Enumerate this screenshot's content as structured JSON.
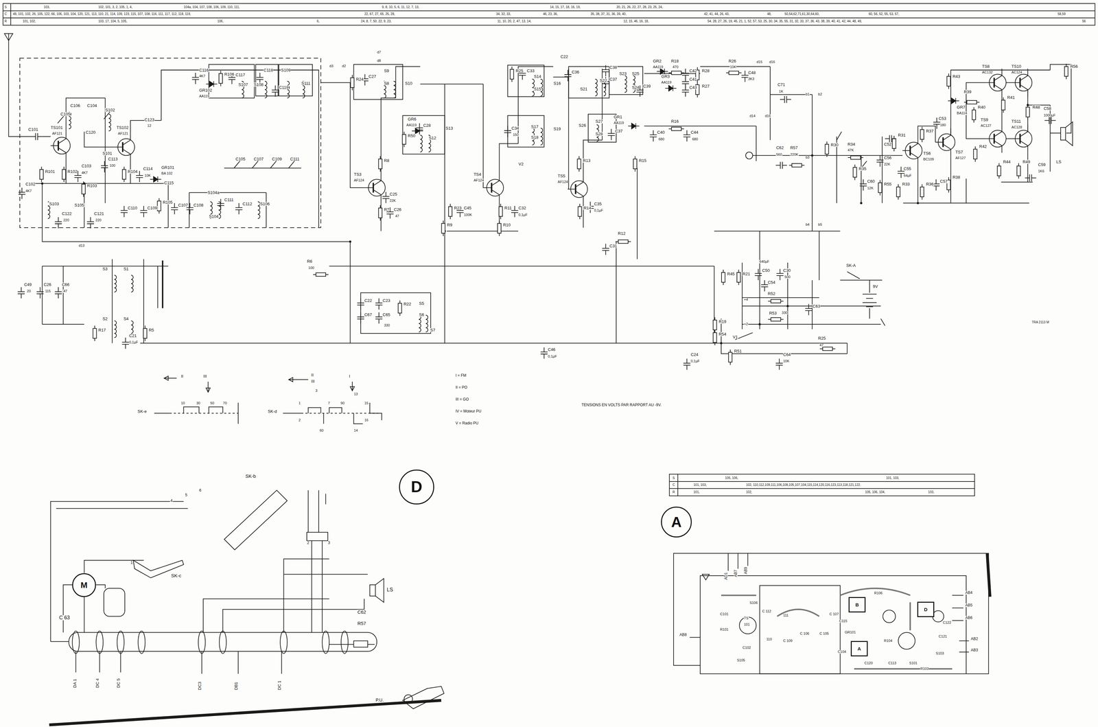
{
  "diagram": {
    "nodes": [
      {
        "text": [
          "D"
        ]
      },
      {
        "text": [
          "A"
        ]
      },
      {
        "text": [
          "M"
        ]
      },
      {
        "text": [
          "B"
        ]
      },
      {
        "text": [
          "A"
        ]
      },
      {
        "text": [
          "D"
        ]
      }
    ],
    "labels": [
      "S",
      "C",
      "R",
      "103,",
      "102, 101, 3, 2, 105, 1, 4,",
      "104a, 104, 107, 108, 106, 109, 110, 111,",
      "9, 8, 10, 5, 6, 11, 12, 7, 13,",
      "14, 15, 17, 18, 16, 19,",
      "20, 21, 26, 22, 27, 28, 23, 25, 24,",
      "49, 101, 102, 26, 105, 122, 66, 106, 103, 104, 120, 121, 113, 110, 21, 114, 109, 123, 115, 107, 108, 116, 111, 117, 112, 118, 119,",
      "22, 67, 27, 65, 25, 28,",
      "34, 32, 33,",
      "46, 23, 36,",
      "35, 38, 37, 31, 36, 39, 40,",
      "42, 41, 44, 26, 43,",
      "48,",
      "50,54,62,71,61,30,64,60,",
      "60, 56, 52, 55, 53, 57,",
      "58,59",
      "101, 102,",
      "103, 17, 104, 5, 105,",
      "106,",
      "6,",
      "24, 8, 7, 50, 22, 9, 23,",
      "11, 10, 20, 2, 47, 13, 14,",
      "12, 15, 46, 16, 18,",
      "54, 28, 27, 26, 19, 45, 21, 1, 52, 57, 53, 25, 30, 34, 35, 55, 31, 32, 33, 37, 36, 43, 38, 39, 40, 41, 42, 44, 48, 49,",
      "56",
      "TS101",
      "AF121",
      "TS102",
      "AF121",
      "C101",
      "C102",
      "4K7",
      "R101",
      "R102",
      "C103",
      "4K7",
      "R103",
      "S103",
      "C122",
      "220",
      "C121",
      "220",
      "S105",
      "C105",
      "C106",
      "C104",
      "S102",
      "C120",
      "C123",
      "12",
      "S101",
      "C113",
      "100",
      "R104",
      "C114",
      "10K",
      "GR101",
      "BA 102",
      "C115",
      "R105",
      "C110",
      "C109",
      "C107",
      "C108",
      "S104a",
      "S104",
      "C111",
      "C112",
      "S106",
      "C105",
      "C107",
      "C109",
      "C111",
      "C116",
      "4K7",
      "R106",
      "GR102",
      "AA119",
      "C117",
      "S107",
      "C118",
      "S108",
      "S109",
      "C119",
      "S111",
      "d13",
      "C49",
      "20",
      "C26",
      "115",
      "C66",
      "47",
      "S3",
      "S1",
      "S2",
      "S4",
      "R17",
      "R5",
      "C21",
      "0,1µF",
      "R6",
      "100",
      "d3",
      "d2",
      "d7",
      "d8",
      "R24",
      "C27",
      "S9",
      "S8",
      "S10",
      "GR6",
      "AA119",
      "C28",
      "R50",
      "S12",
      "S13",
      "R8",
      "TS3",
      "AF124",
      "C25",
      "22K",
      "R7",
      "C26",
      "47",
      "R23",
      "C45",
      "100K",
      "R9",
      "C22",
      "C67",
      "C23",
      "C65",
      "330",
      "R22",
      "S5",
      "S6",
      "S7",
      "R25",
      "C33",
      "S14",
      "S15",
      "S16",
      "C34",
      "150",
      "S17",
      "S18",
      "S19",
      "V2",
      "TS4",
      "AF124",
      "R11",
      "C32",
      "0,1µF",
      "R10",
      "C46",
      "0,1µF",
      "C22",
      "C36",
      "S21",
      "S22",
      "C38",
      "C37",
      "S23",
      "S25",
      "S24",
      "GR2",
      "AA119",
      "R18",
      "470",
      "C39",
      "GR3",
      "AA119",
      "C42",
      "C41",
      "C43",
      "R28",
      "R27",
      "R26",
      "10K",
      "C48",
      "3K3",
      "d15",
      "d16",
      "S26",
      "S27",
      "S28",
      "GR1",
      "AA119",
      "C37",
      "R16",
      "C40",
      "680",
      "C44",
      "680",
      "R13",
      "R15",
      "TS5",
      "AF124",
      "R14",
      "C35",
      "0,1µF",
      "R12",
      "C31",
      "C71",
      "1K",
      "d14",
      "d16",
      "C62",
      "560",
      "R57",
      "220K",
      "b1",
      "b2",
      "b3",
      "b4",
      "b5",
      "R30",
      "R34",
      "47K",
      "R35",
      "C60",
      "12K",
      "C52",
      "C56",
      "22K",
      "R55",
      "R31",
      "C55",
      "64µF",
      "R33",
      "TS6",
      "BC109",
      "R37",
      "R36",
      "C57",
      "R38",
      "TS7",
      "AF127",
      "C53",
      "180",
      "R43",
      "TS8",
      "AC132",
      "TS10",
      "AC124",
      "R39",
      "GR7",
      "BA114",
      "R40",
      "TS9",
      "AC127",
      "TS11",
      "AC128",
      "R42",
      "R41",
      "R48",
      "C58",
      "1000µF",
      "R44",
      "R49",
      "C59",
      "1K6",
      "R56",
      "LS",
      "640µF",
      "C50",
      "R45",
      "R21",
      "C30",
      "500",
      "C54",
      "R52",
      "R53",
      "330",
      "C63",
      "SK-A",
      "9V",
      "R19",
      "R54",
      "V1",
      "R51",
      "C24",
      "0,1µF",
      "C64",
      "10K",
      "R25",
      "47",
      "+4",
      "+2",
      "TENSIONS EN VOLTS PAR RAPPORT AU -9V.",
      "TRA 2113 M",
      "SK-e",
      "SK-d",
      "II",
      "III",
      "II",
      "III",
      "I",
      "10",
      "30",
      "50",
      "70",
      "1",
      "3",
      "7",
      "90",
      "13",
      "15",
      "2",
      "60",
      "16",
      "14",
      "SK-b",
      "SK-c",
      "1",
      "2",
      "3",
      "4",
      "5",
      "6",
      "C 63",
      "LS",
      "C62",
      "R57",
      "P.U.",
      "DA 1",
      "DC 4",
      "DC 5",
      "DC3",
      "DB1",
      "DC 1",
      "S",
      "C",
      "R",
      "105, 106,",
      "101, 103,",
      "101, 103,",
      "102, 110,112,109,111,106,108,105,107,104,115,114,120,116,123,113,118,121,122.",
      "101,",
      "102,",
      "105, 106, 104,",
      "103,",
      "AD1",
      "AB7",
      "AB9",
      "AB4",
      "AB5",
      "AB6",
      "AB2",
      "AB3",
      "AB8",
      "S106",
      "C101",
      "TS",
      "101",
      "R101",
      "C102",
      "S105",
      "C 112",
      "111",
      "C 107",
      "C 109",
      "C 106",
      "C 105",
      "110",
      "R106",
      "C115",
      "GR101",
      "C104",
      "C120",
      "C113",
      "S101",
      "S103",
      "C122",
      "C121",
      "R104",
      "R103"
    ],
    "legend": [
      {
        "text": "I = FM"
      },
      {
        "text": "II = PO"
      },
      {
        "text": "III = GO"
      },
      {
        "text": "IV = Moteur PU"
      },
      {
        "text": "V = Radio PU"
      }
    ]
  }
}
